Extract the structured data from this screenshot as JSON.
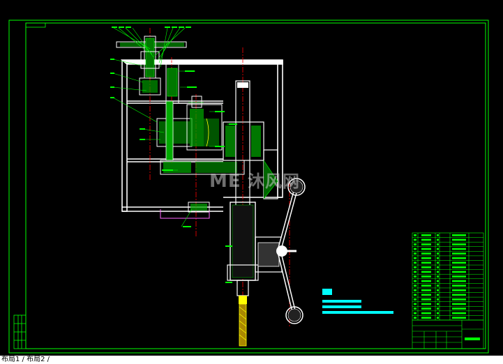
{
  "footer": {
    "text": "布局1 / 布局2 /"
  },
  "watermark": {
    "text": "沐风网"
  },
  "tech_requirements_title": "技术要求",
  "colors": {
    "background": "#000000",
    "frame": "#00ff00",
    "leader": "#00ff00",
    "section": "#00cc00",
    "outline": "#ffffff",
    "centerline": "#ff0000",
    "hatch": "#ffff00",
    "text_block": "#00ffff",
    "title_block": "#00ff00"
  }
}
